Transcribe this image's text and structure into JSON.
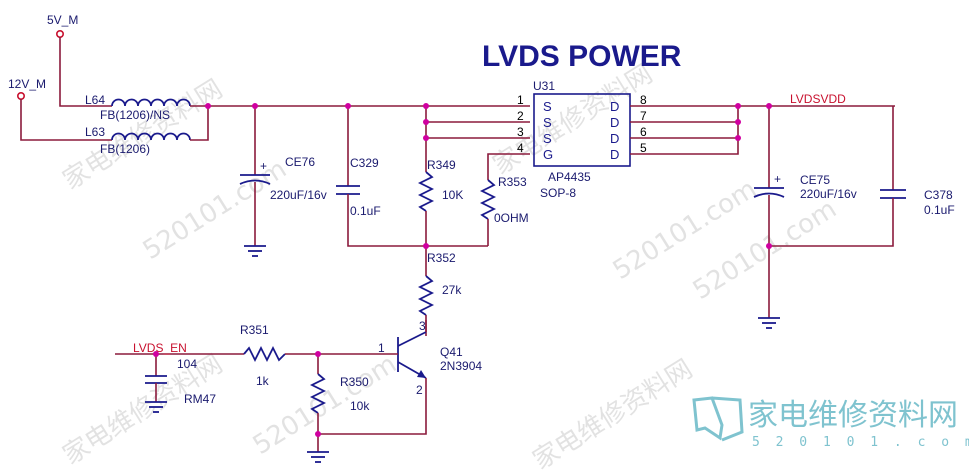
{
  "title": "LVDS POWER",
  "nets": {
    "v5": "5V_M",
    "v12": "12V_M",
    "lvdsvdd": "LVDSVDD",
    "lvds_en": "LVDS_EN"
  },
  "components": {
    "l64": {
      "ref": "L64",
      "value": "FB(1206)/NS"
    },
    "l63": {
      "ref": "L63",
      "value": "FB(1206)"
    },
    "ce76": {
      "ref": "CE76",
      "value": "220uF/16v"
    },
    "c329": {
      "ref": "C329",
      "value": "0.1uF"
    },
    "r349": {
      "ref": "R349",
      "value": "10K"
    },
    "r353": {
      "ref": "R353",
      "value": "0OHM"
    },
    "u31": {
      "ref": "U31",
      "part": "AP4435",
      "package": "SOP-8"
    },
    "ce75": {
      "ref": "CE75",
      "value": "220uF/16v"
    },
    "c378": {
      "ref": "C378",
      "value": "0.1uF"
    },
    "r352": {
      "ref": "R352",
      "value": "27k"
    },
    "r351": {
      "ref": "R351",
      "value": "1k"
    },
    "r350": {
      "ref": "R350",
      "value": "10k"
    },
    "q41": {
      "ref": "Q41",
      "part": "2N3904"
    },
    "rm47": {
      "ref": "RM47",
      "value": "104"
    }
  },
  "u31_pins": {
    "left": [
      {
        "num": "1",
        "name": "S"
      },
      {
        "num": "2",
        "name": "S"
      },
      {
        "num": "3",
        "name": "S"
      },
      {
        "num": "4",
        "name": "G"
      }
    ],
    "right": [
      {
        "num": "8",
        "name": "D"
      },
      {
        "num": "7",
        "name": "D"
      },
      {
        "num": "6",
        "name": "D"
      },
      {
        "num": "5",
        "name": "D"
      }
    ]
  },
  "q41_pins": {
    "base": "1",
    "emitter": "2",
    "collector": "3"
  },
  "plus_sign": "+",
  "watermark": {
    "text": "家电维修资料网",
    "site": "520101.com",
    "logo_sub": "5 2 0 1 0 1 . c o m"
  },
  "colors": {
    "wire": "#8b1a3c",
    "component": "#1a1a8c",
    "junction": "#d000a0",
    "net_label": "#c8102e"
  }
}
